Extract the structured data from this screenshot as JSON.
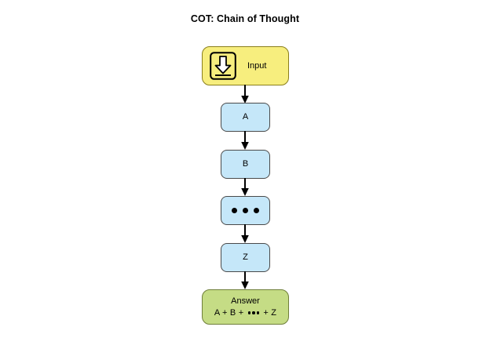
{
  "page": {
    "title": "COT: Chain of Thought",
    "background_color": "#ffffff"
  },
  "colors": {
    "input_fill": "#f7ee7e",
    "input_stroke": "#8a7f1c",
    "step_fill": "#c5e7f9",
    "step_stroke": "#4a4a4a",
    "answer_fill": "#c5dc85",
    "answer_stroke": "#6f7f3a",
    "arrow": "#000000",
    "text": "#000000"
  },
  "diagram": {
    "type": "flowchart",
    "orientation": "vertical",
    "nodes": [
      {
        "id": "input",
        "label": "Input",
        "shape": "rounded-rect",
        "fill": "#f7ee7e",
        "icon": "download-input-icon"
      },
      {
        "id": "a",
        "label": "A",
        "shape": "rounded-rect",
        "fill": "#c5e7f9",
        "icon": ""
      },
      {
        "id": "b",
        "label": "B",
        "shape": "rounded-rect",
        "fill": "#c5e7f9",
        "icon": ""
      },
      {
        "id": "ellipsis",
        "label": "•••",
        "shape": "rounded-rect",
        "fill": "#c5e7f9",
        "icon": "three-dots-icon"
      },
      {
        "id": "z",
        "label": "Z",
        "shape": "rounded-rect",
        "fill": "#c5e7f9",
        "icon": ""
      },
      {
        "id": "answer",
        "label": "Answer",
        "sublabel_prefix": "A + B + ",
        "sublabel_suffix": " + Z",
        "sublabel": "A + B + ••• + Z",
        "shape": "rounded-rect",
        "fill": "#c5dc85",
        "icon": ""
      }
    ],
    "edges": [
      {
        "from": "input",
        "to": "a",
        "style": "solid-arrow"
      },
      {
        "from": "a",
        "to": "b",
        "style": "solid-arrow"
      },
      {
        "from": "b",
        "to": "ellipsis",
        "style": "solid-arrow"
      },
      {
        "from": "ellipsis",
        "to": "z",
        "style": "solid-arrow"
      },
      {
        "from": "z",
        "to": "answer",
        "style": "solid-arrow"
      }
    ]
  }
}
